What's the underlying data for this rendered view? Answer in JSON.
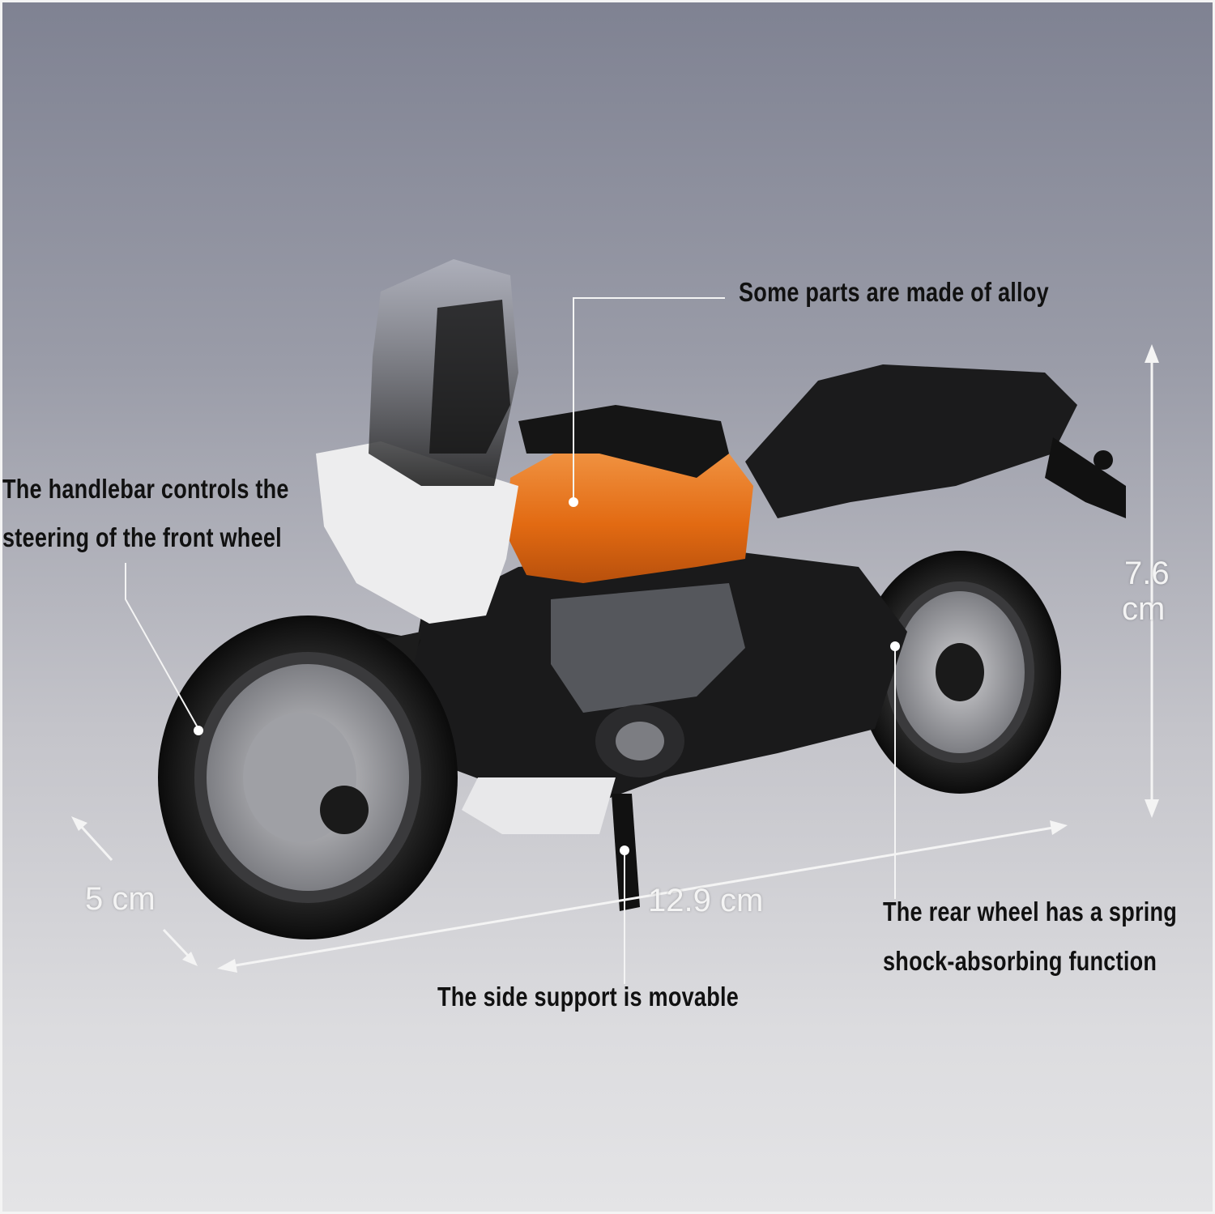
{
  "annotations": {
    "alloy": "Some parts are made of alloy",
    "handlebar_line1": "The handlebar controls the",
    "handlebar_line2": "steering of the front wheel",
    "rear_line1": "The rear wheel has a spring",
    "rear_line2": "shock-absorbing function",
    "side_support": "The side support is movable"
  },
  "dimensions": {
    "height_value": "7.6",
    "height_unit": "cm",
    "width": "5 cm",
    "length": "12.9 cm"
  },
  "colors": {
    "tank": "#e8731c",
    "fairing": "#f2f2f2",
    "body": "#141414"
  }
}
